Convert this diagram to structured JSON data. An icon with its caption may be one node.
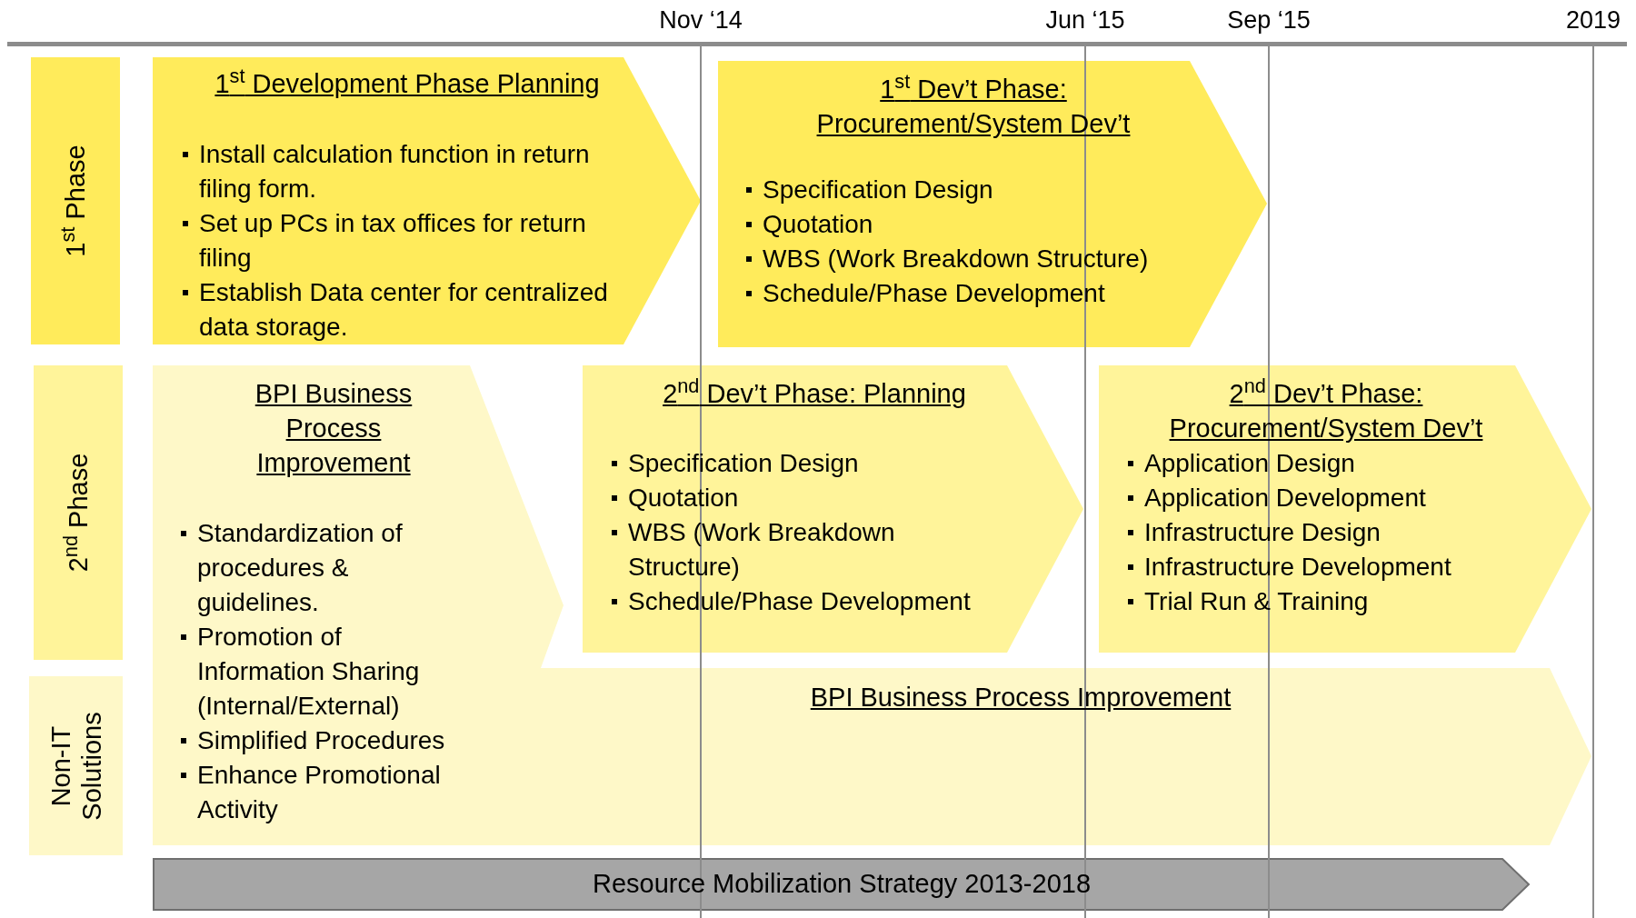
{
  "diagram": {
    "nodes": [
      {
        "text": [
          "1$^{st}$ Phase"
        ]
      },
      {
        "text": [
          "1$^{st}$ Development Phase Planning",
          "Install calculation function in return filing form.",
          "Set up PCs in tax offices for return filing",
          "Establish Data center for centralized data storage."
        ]
      },
      {
        "text": [
          "1$^{st}$ Dev’t Phase: Procurement/System Dev’t",
          "Specification Design",
          "Quotation",
          "WBS (Work Breakdown Structure)",
          "Schedule/Phase Development"
        ]
      },
      {
        "text": [
          "2$^{nd}$ Phase"
        ]
      },
      {
        "text": [
          "BPI Business Process Improvement",
          "Standardization of procedures & guidelines.",
          "Promotion of Information Sharing (Internal/External)",
          "Simplified Procedures",
          "Enhance Promotional Activity"
        ]
      },
      {
        "text": [
          "2$^{nd}$ Dev’t Phase: Planning",
          "Specification Design",
          "Quotation",
          "WBS (Work Breakdown Structure)",
          "Schedule/Phase Development"
        ]
      },
      {
        "text": [
          "2$^{nd}$ Dev’t Phase: Procurement/System Dev’t",
          "Application Design",
          "Application Development",
          "Infrastructure Design",
          "Infrastructure Development",
          "Trial Run & Training"
        ]
      },
      {
        "text": [
          "Non-IT Solutions"
        ]
      },
      {
        "text": [
          "BPI Business Process Improvement"
        ]
      },
      {
        "text": [
          "Resource Mobilization Strategy 2013-2018"
        ]
      }
    ],
    "labels": [
      "Nov ‘14",
      "Jun ‘15",
      "Sep ‘15",
      "2019"
    ]
  }
}
